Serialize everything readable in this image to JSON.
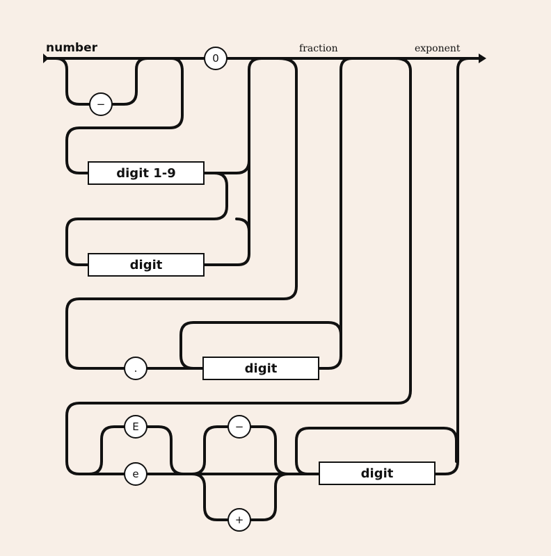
{
  "title": "number",
  "labels": {
    "fraction": "fraction",
    "exponent": "exponent"
  },
  "terminals": {
    "minus": "−",
    "zero": "0",
    "dot": ".",
    "E_upper": "E",
    "e_lower": "e",
    "exp_minus": "−",
    "exp_plus": "+"
  },
  "nonterminals": {
    "digit_1_9": "digit 1-9",
    "digit_int": "digit",
    "digit_frac": "digit",
    "digit_exp": "digit"
  }
}
